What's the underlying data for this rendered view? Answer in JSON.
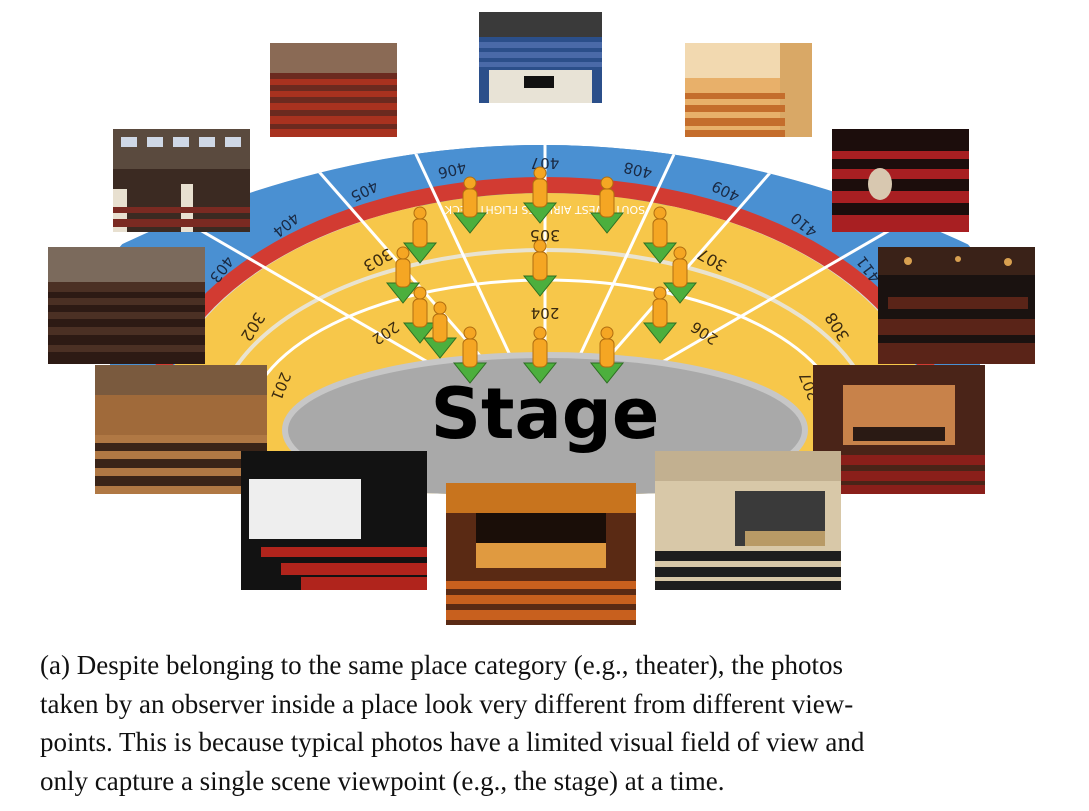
{
  "seating_map": {
    "stage_label": "Stage",
    "upper_sections": [
      "403",
      "404",
      "405",
      "406",
      "407",
      "408",
      "409",
      "410",
      "411"
    ],
    "middle_sections": [
      "302",
      "303",
      "305",
      "307",
      "308"
    ],
    "lower_sections": [
      "201",
      "202",
      "204",
      "206",
      "207"
    ],
    "deck_banner": "SOUTHWEST AIRLINES FLIGHT DECK",
    "colors": {
      "upper": "#4a90d2",
      "middle": "#f7c74a",
      "stage": "#a9a9a9",
      "banner": "#d23b32",
      "pegman_body": "#f5a623",
      "pegman_base": "#4caf3d"
    }
  },
  "photos": [
    {
      "name": "balcony-seats-photo"
    },
    {
      "name": "concert-hall-photo"
    },
    {
      "name": "side-auditorium-photo"
    },
    {
      "name": "ornate-hall-photo"
    },
    {
      "name": "seated-person-photo"
    },
    {
      "name": "old-theater-seats-photo"
    },
    {
      "name": "dark-row-seats-photo"
    },
    {
      "name": "wooden-hall-photo"
    },
    {
      "name": "orchestra-stage-photo"
    },
    {
      "name": "cinema-screen-photo"
    },
    {
      "name": "curtain-stage-photo"
    },
    {
      "name": "school-auditorium-photo"
    }
  ],
  "caption": {
    "lines": [
      "(a) Despite belonging to the same place category (e.g., theater), the photos",
      "taken by an observer inside a place look very different from different view-",
      "points. This is because typical photos have a limited visual field of view and",
      "only capture a single scene viewpoint (e.g., the stage) at a time."
    ]
  }
}
